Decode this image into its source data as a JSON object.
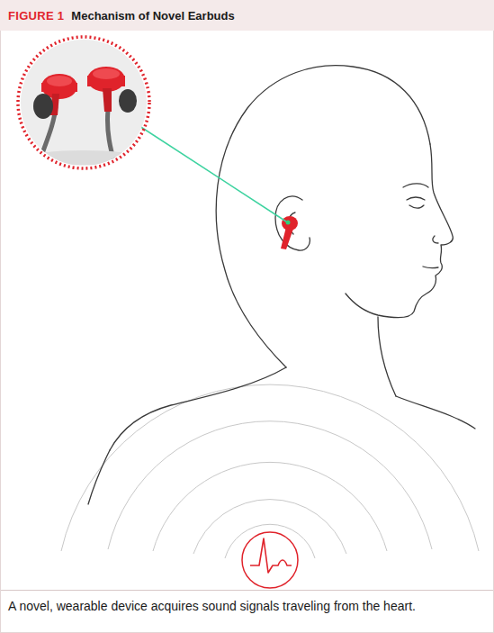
{
  "diagram": {
    "title": "Mechanism of Novel Earbuds",
    "caption": "A novel, wearable device acquires sound signals traveling from the heart.",
    "labels": [
      "FIGURE 1"
    ]
  }
}
